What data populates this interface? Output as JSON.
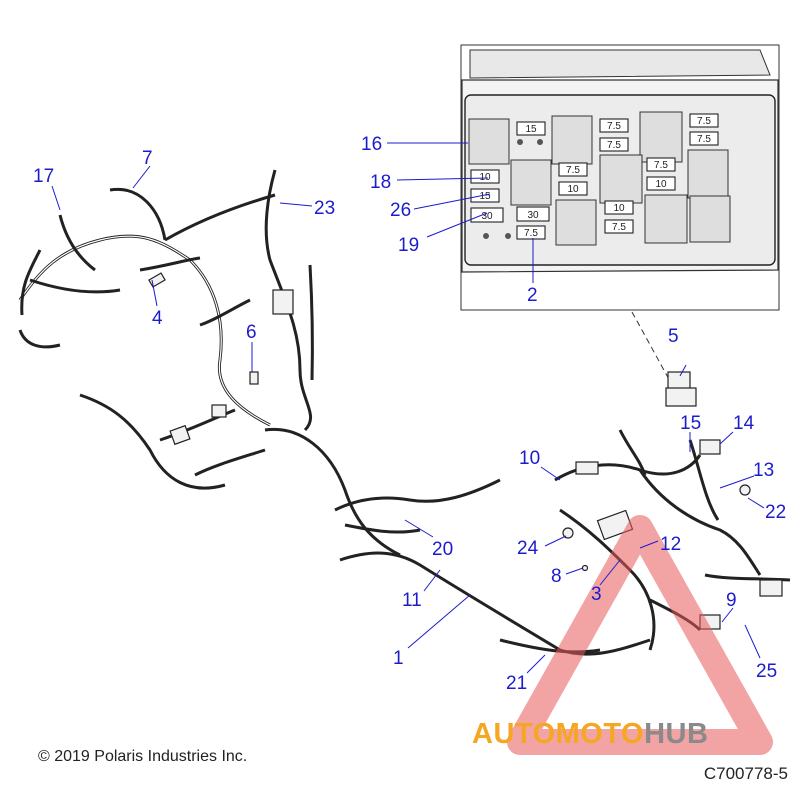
{
  "copyright": "© 2019 Polaris Industries Inc.",
  "part_number": "C700778-5",
  "watermark": {
    "part1": "AUTOMOTO",
    "part2": "HUB",
    "accent": "#f5a623",
    "gray": "#8a8a8a",
    "triangle_color": "#e85a5a"
  },
  "callout_color": "#1c1ccc",
  "callouts": {
    "c1": "1",
    "c2": "2",
    "c3": "3",
    "c4": "4",
    "c5": "5",
    "c6": "6",
    "c7": "7",
    "c8": "8",
    "c9": "9",
    "c10": "10",
    "c11": "11",
    "c12": "12",
    "c13": "13",
    "c14": "14",
    "c15": "15",
    "c16": "16",
    "c17": "17",
    "c18": "18",
    "c19": "19",
    "c20": "20",
    "c21": "21",
    "c22": "22",
    "c23": "23",
    "c24": "24",
    "c25": "25",
    "c26": "26"
  },
  "fuses": {
    "f1": "15",
    "f2": "7.5",
    "f3": "7.5",
    "f4": "7.5",
    "f5": "7.5",
    "f6": "10",
    "f7": "15",
    "f8": "30",
    "f9": "7.5",
    "f10": "10",
    "f11": "7.5",
    "f12": "10",
    "f13": "30",
    "f14": "7.5",
    "f15": "10",
    "f16": "7.5"
  }
}
